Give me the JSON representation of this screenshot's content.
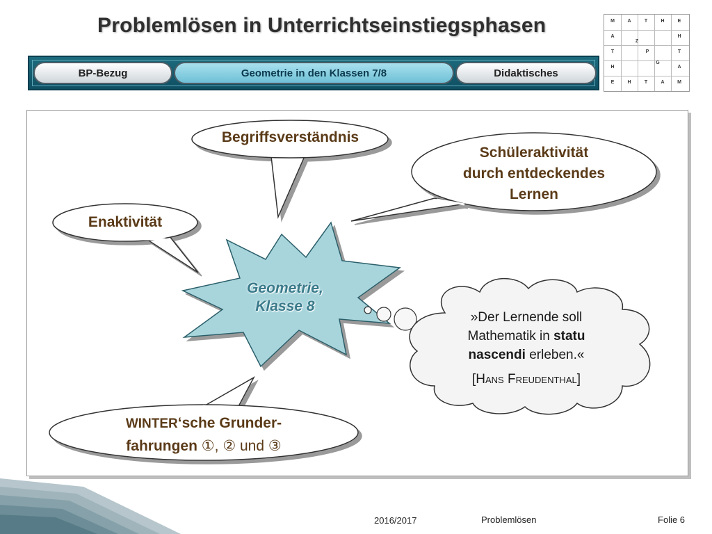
{
  "header": {
    "title": "Problemlösen in Unterrichtseinstiegsphasen",
    "logo": {
      "rows": [
        [
          "M",
          "A",
          "T",
          "H",
          "E"
        ],
        [
          "A",
          "",
          "",
          "",
          "H"
        ],
        [
          "T",
          "",
          "",
          "",
          "T"
        ],
        [
          "H",
          "",
          "",
          "",
          "A"
        ],
        [
          "E",
          "H",
          "T",
          "A",
          "M"
        ]
      ],
      "inner": [
        "Z",
        "P",
        "G"
      ]
    }
  },
  "tabs": [
    {
      "label": "BP-Bezug",
      "active": false
    },
    {
      "label": "Geometrie in den Klassen 7/8",
      "active": true
    },
    {
      "label": "Didaktisches",
      "active": false
    }
  ],
  "diagram": {
    "center": {
      "line1": "Geometrie,",
      "line2": "Klasse 8"
    },
    "bubbles": {
      "begriff": "Begriffsverständnis",
      "schueler": [
        "Schüleraktivität",
        "durch entdeckendes",
        "Lernen"
      ],
      "enaktiv": "Enaktivität",
      "winter": {
        "line1_smallcaps": "Winter",
        "line1_rest": "‘sche Grunder-",
        "line2": "fahrungen",
        "markers": [
          "①",
          "②",
          "③"
        ],
        "sep": ",",
        "und": "und"
      }
    },
    "thought": {
      "line1": "»Der Lernende soll",
      "line2": "Mathematik in",
      "line2_bold": "statu",
      "line3_bold": "nascendi",
      "line3_rest": "erleben.«",
      "author_open": "[",
      "author_name": "Hans Freudenthal",
      "author_close": "]"
    }
  },
  "footer": {
    "year": "2016/2017",
    "topic": "Problemlösen",
    "slide": "Folie 6"
  },
  "colors": {
    "tabbar": "#136173",
    "star_fill": "#a8d5dc",
    "text_brown": "#5a3a17",
    "star_text": "#3a7a8a"
  }
}
